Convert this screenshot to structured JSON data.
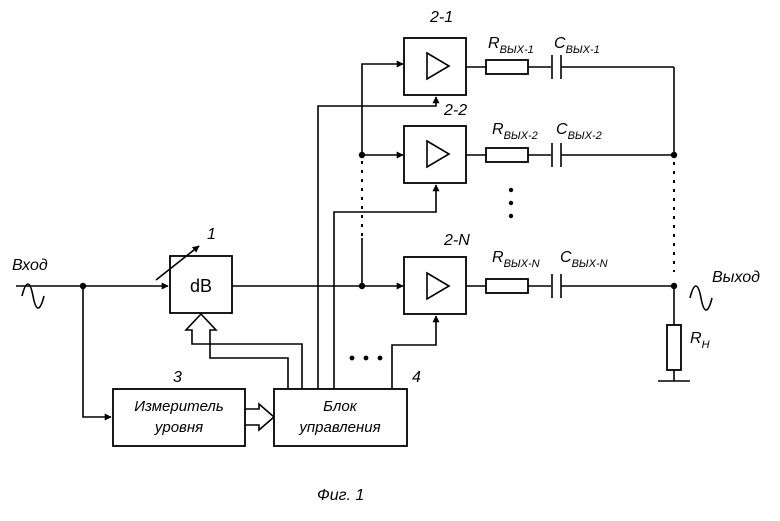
{
  "input": {
    "label": "Вход"
  },
  "output": {
    "label": "Выход"
  },
  "attenuator": {
    "text": "dB",
    "number": "1"
  },
  "meter": {
    "number": "3",
    "line1": "Измеритель",
    "line2": "уровня"
  },
  "controller": {
    "number": "4",
    "line1": "Блок",
    "line2": "управления"
  },
  "amplifiers": [
    {
      "number": "2-1",
      "r_main": "R",
      "r_sub": "ВЫХ-1",
      "c_main": "C",
      "c_sub": "ВЫХ-1"
    },
    {
      "number": "2-2",
      "r_main": "R",
      "r_sub": "ВЫХ-2",
      "c_main": "C",
      "c_sub": "ВЫХ-2"
    },
    {
      "number": "2-N",
      "r_main": "R",
      "r_sub": "ВЫХ-N",
      "c_main": "C",
      "c_sub": "ВЫХ-N"
    }
  ],
  "load": {
    "main": "R",
    "sub": "Н"
  },
  "caption": "Фиг. 1"
}
